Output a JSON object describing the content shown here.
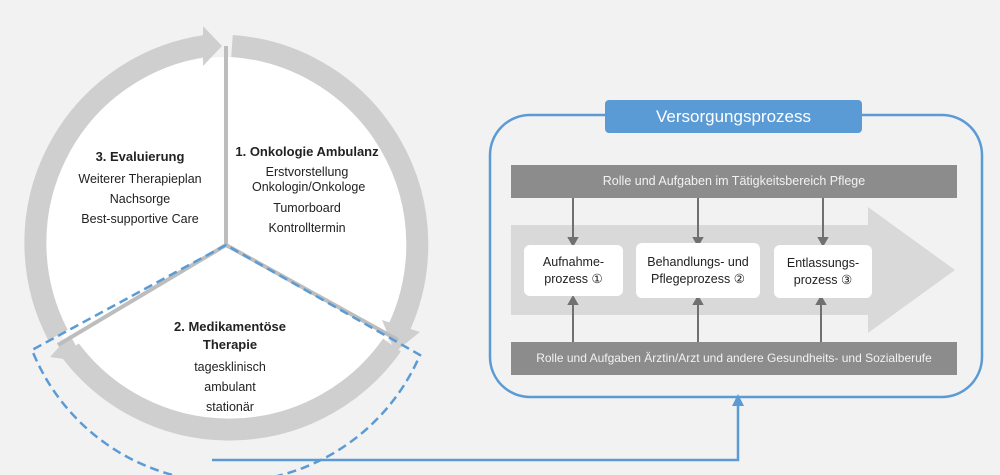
{
  "cycle": {
    "segments": [
      {
        "title": "1. Onkologie Ambulanz",
        "items": [
          "Erstvorstellung Onkologin/Onkologe",
          "Tumorboard",
          "Kontrolltermin"
        ]
      },
      {
        "title": "2. Medikamentöse Therapie",
        "items": [
          "tagesklinisch",
          "ambulant",
          "stationär"
        ]
      },
      {
        "title": "3. Evaluierung",
        "items": [
          "Weiterer Therapieplan",
          "Nachsorge",
          "Best-supportive Care"
        ]
      }
    ]
  },
  "process": {
    "title": "Versorgungsprozess",
    "top_bar": "Rolle und Aufgaben im Tätigkeitsbereich Pflege",
    "bottom_bar": "Rolle und Aufgaben Ärztin/Arzt und andere Gesundheits- und Sozialberufe",
    "steps": [
      {
        "line1": "Aufnahme-",
        "line2": "prozess ①"
      },
      {
        "line1": "Behandlungs- und",
        "line2": "Pflegeprozess ②"
      },
      {
        "line1": "Entlassungs-",
        "line2": "prozess ③"
      }
    ]
  },
  "colors": {
    "accent": "#5b9bd5",
    "ring": "#cfcfcf",
    "bar": "#8c8c8c",
    "background": "#f2f2f2"
  }
}
